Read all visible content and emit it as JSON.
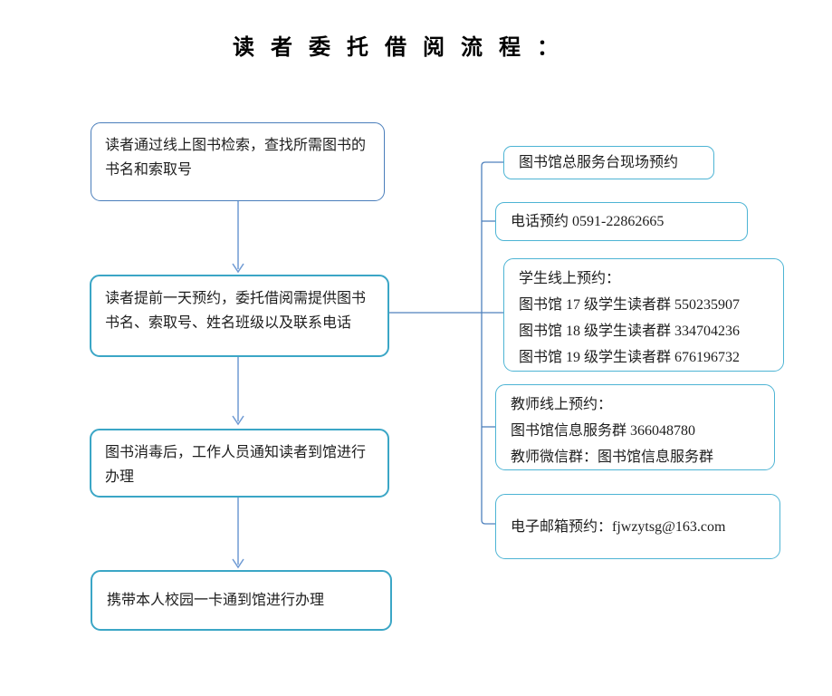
{
  "title": "读 者 委 托 借 阅 流 程 ：",
  "flow_steps": [
    {
      "text": "读者通过线上图书检索，查找所需图书的书名和索取号"
    },
    {
      "text": "读者提前一天预约，委托借阅需提供图书书名、索取号、姓名班级以及联系电话"
    },
    {
      "text": "图书消毒后，工作人员通知读者到馆进行办理"
    },
    {
      "text": "携带本人校园一卡通到馆进行办理"
    }
  ],
  "reservation_options": [
    {
      "lines": [
        "图书馆总服务台现场预约"
      ]
    },
    {
      "lines": [
        "电话预约 0591-22862665"
      ]
    },
    {
      "lines": [
        "学生线上预约：",
        "图书馆 17 级学生读者群 550235907",
        "图书馆 18 级学生读者群 334704236",
        "图书馆 19 级学生读者群 676196732"
      ]
    },
    {
      "lines": [
        "教师线上预约：",
        "图书馆信息服务群 366048780",
        "教师微信群：图书馆信息服务群"
      ]
    },
    {
      "lines": [
        "电子邮箱预约：fjwzytsg@163.com"
      ]
    }
  ],
  "colors": {
    "box_blue": "#4a7ebb",
    "box_cyan": "#3ba6c6",
    "connector": "#4f81bd",
    "arrow": "#6f9ad3",
    "text": "#1e1e1e"
  }
}
